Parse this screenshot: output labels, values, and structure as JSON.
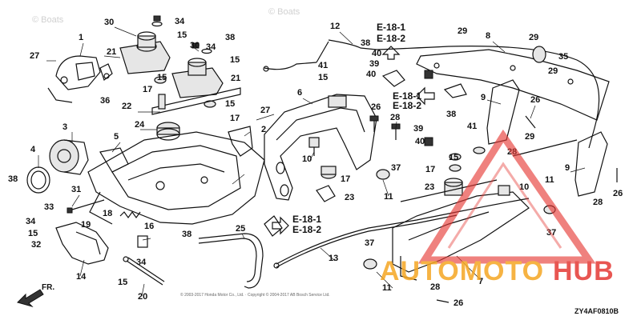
{
  "callouts": [
    {
      "id": "c1",
      "label": "1"
    },
    {
      "id": "c2",
      "label": "2"
    },
    {
      "id": "c3",
      "label": "3"
    },
    {
      "id": "c4",
      "label": "4"
    },
    {
      "id": "c5",
      "label": "5"
    },
    {
      "id": "c6",
      "label": "6"
    },
    {
      "id": "c7",
      "label": "7"
    },
    {
      "id": "c8",
      "label": "8"
    },
    {
      "id": "c9a",
      "label": "9"
    },
    {
      "id": "c9b",
      "label": "9"
    },
    {
      "id": "c10a",
      "label": "10"
    },
    {
      "id": "c10b",
      "label": "10"
    },
    {
      "id": "c11a",
      "label": "11"
    },
    {
      "id": "c11b",
      "label": "11"
    },
    {
      "id": "c11c",
      "label": "11"
    },
    {
      "id": "c12",
      "label": "12"
    },
    {
      "id": "c13",
      "label": "13"
    },
    {
      "id": "c14",
      "label": "14"
    },
    {
      "id": "c15a",
      "label": "15"
    },
    {
      "id": "c15b",
      "label": "15"
    },
    {
      "id": "c15c",
      "label": "15"
    },
    {
      "id": "c15d",
      "label": "15"
    },
    {
      "id": "c15e",
      "label": "15"
    },
    {
      "id": "c15f",
      "label": "15"
    },
    {
      "id": "c15g",
      "label": "15"
    },
    {
      "id": "c15h",
      "label": "15"
    },
    {
      "id": "c16",
      "label": "16"
    },
    {
      "id": "c17a",
      "label": "17"
    },
    {
      "id": "c17b",
      "label": "17"
    },
    {
      "id": "c17c",
      "label": "17"
    },
    {
      "id": "c17d",
      "label": "17"
    },
    {
      "id": "c18",
      "label": "18"
    },
    {
      "id": "c19",
      "label": "19"
    },
    {
      "id": "c20",
      "label": "20"
    },
    {
      "id": "c21a",
      "label": "21"
    },
    {
      "id": "c21b",
      "label": "21"
    },
    {
      "id": "c22",
      "label": "22"
    },
    {
      "id": "c23a",
      "label": "23"
    },
    {
      "id": "c23b",
      "label": "23"
    },
    {
      "id": "c24",
      "label": "24"
    },
    {
      "id": "c25",
      "label": "25"
    },
    {
      "id": "c26a",
      "label": "26"
    },
    {
      "id": "c26b",
      "label": "26"
    },
    {
      "id": "c26c",
      "label": "26"
    },
    {
      "id": "c26d",
      "label": "26"
    },
    {
      "id": "c27a",
      "label": "27"
    },
    {
      "id": "c27b",
      "label": "27"
    },
    {
      "id": "c28a",
      "label": "28"
    },
    {
      "id": "c28b",
      "label": "28"
    },
    {
      "id": "c28c",
      "label": "28"
    },
    {
      "id": "c28d",
      "label": "28"
    },
    {
      "id": "c29a",
      "label": "29"
    },
    {
      "id": "c29b",
      "label": "29"
    },
    {
      "id": "c29c",
      "label": "29"
    },
    {
      "id": "c29d",
      "label": "29"
    },
    {
      "id": "c30a",
      "label": "30"
    },
    {
      "id": "c30b",
      "label": "30"
    },
    {
      "id": "c31",
      "label": "31"
    },
    {
      "id": "c32",
      "label": "32"
    },
    {
      "id": "c33",
      "label": "33"
    },
    {
      "id": "c34a",
      "label": "34"
    },
    {
      "id": "c34b",
      "label": "34"
    },
    {
      "id": "c34c",
      "label": "34"
    },
    {
      "id": "c34d",
      "label": "34"
    },
    {
      "id": "c35",
      "label": "35"
    },
    {
      "id": "c36",
      "label": "36"
    },
    {
      "id": "c37a",
      "label": "37"
    },
    {
      "id": "c37b",
      "label": "37"
    },
    {
      "id": "c37c",
      "label": "37"
    },
    {
      "id": "c38a",
      "label": "38"
    },
    {
      "id": "c38b",
      "label": "38"
    },
    {
      "id": "c38c",
      "label": "38"
    },
    {
      "id": "c38d",
      "label": "38"
    },
    {
      "id": "c38e",
      "label": "38"
    },
    {
      "id": "c39a",
      "label": "39"
    },
    {
      "id": "c39b",
      "label": "39"
    },
    {
      "id": "c40a",
      "label": "40"
    },
    {
      "id": "c40b",
      "label": "40"
    },
    {
      "id": "c40c",
      "label": "40"
    },
    {
      "id": "c41a",
      "label": "41"
    },
    {
      "id": "c41b",
      "label": "41"
    }
  ],
  "refs": {
    "ref1_top": "E-18-1",
    "ref1_bot": "E-18-2",
    "ref2_top": "E-18-1",
    "ref2_bot": "E-18-2",
    "ref3_top": "E-18-1",
    "ref3_bot": "E-18-2"
  },
  "front_label": "FR.",
  "diagram_code": "ZY4AF0810B",
  "copyright": "© 2003-2017 Honda Motor Co., Ltd. · Copyright © 2004-2017 AB Bosch Service Ltd.",
  "watermarks": {
    "bosch": "© Boats"
  },
  "brand": {
    "part1": "AUTOMOTO",
    "part2": "HUB"
  },
  "colors": {
    "brand_orange": "#f5a623",
    "brand_red": "#e53935",
    "line": "#111111"
  }
}
